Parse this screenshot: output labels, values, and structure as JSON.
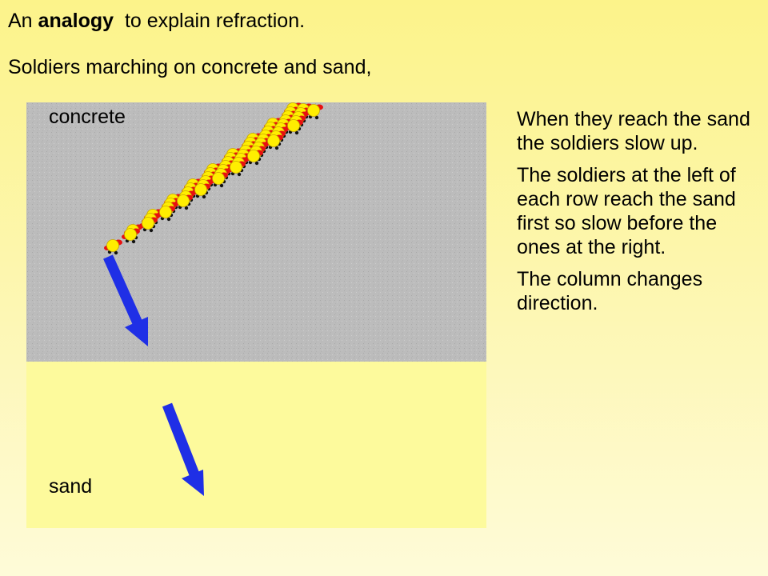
{
  "heading": {
    "prefix": "An",
    "emphasis": "analogy",
    "suffix": "to explain refraction."
  },
  "subheading": "Soldiers marching on concrete and sand,",
  "diagram": {
    "concrete_label": "concrete",
    "sand_label": "sand",
    "colors": {
      "concrete": "#bcbcbc",
      "sand": "#fdfa9c",
      "soldier_body": "#ffee00",
      "soldier_arms": "#e81010",
      "soldier_feet": "#111111",
      "arrow": "#1f2fe6"
    }
  },
  "explanation": [
    "When they reach the sand the soldiers slow up.",
    "The soldiers at the left of each row reach the sand first so slow before the ones at the right.",
    "The column changes direction."
  ]
}
